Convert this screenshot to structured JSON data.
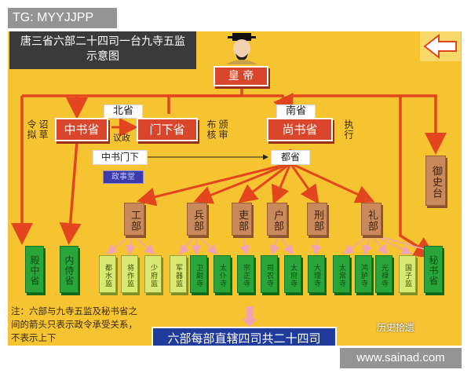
{
  "badge": "TG: MYYJJPP",
  "watermark": "www.sainad.com",
  "title": {
    "line1": "唐三省六部二十四司一台九寺五监",
    "line2": "示意图"
  },
  "emperor": {
    "label": "皇 帝"
  },
  "provinces": {
    "north_label": "北省",
    "south_label": "南省",
    "zhongshu": "中书省",
    "menxia": "门下省",
    "shangshu": "尚书省"
  },
  "actions": {
    "zhaocao": "诏草",
    "lingni": "令拟",
    "yizheng": "议政",
    "fengshen": "颁审",
    "buhe": "布核",
    "zhixing": "执行"
  },
  "mid": {
    "zhongshumenxia": "中书门下",
    "dusheng": "都省",
    "blue_tag": "政事堂"
  },
  "yushitai": "御史台",
  "ministries": [
    "工部",
    "兵部",
    "吏部",
    "户部",
    "刑部",
    "礼部"
  ],
  "bottom_row": [
    {
      "label": "殿中省",
      "style": "dark"
    },
    {
      "label": "内侍省",
      "style": "dark"
    },
    {
      "label": "都水监",
      "style": "light"
    },
    {
      "label": "将作监",
      "style": "light"
    },
    {
      "label": "少府监",
      "style": "light"
    },
    {
      "label": "军器监",
      "style": "light"
    },
    {
      "label": "卫尉寺",
      "style": "dark"
    },
    {
      "label": "太仆寺",
      "style": "dark"
    },
    {
      "label": "宗正寺",
      "style": "dark"
    },
    {
      "label": "司农寺",
      "style": "dark"
    },
    {
      "label": "太府寺",
      "style": "dark"
    },
    {
      "label": "大理寺",
      "style": "dark"
    },
    {
      "label": "太常寺",
      "style": "dark"
    },
    {
      "label": "鸿胪寺",
      "style": "dark"
    },
    {
      "label": "光禄寺",
      "style": "dark"
    },
    {
      "label": "国子监",
      "style": "light"
    },
    {
      "label": "秘书省",
      "style": "dark"
    }
  ],
  "note": "注：六部与九寺五监及秘书省之间的箭头只表示政令承受关系，不表示上下",
  "bottom_bar": "六部每部直辖四司共二十四司",
  "source": "历史拾遗",
  "colors": {
    "background": "#f6c431",
    "line": "#e3461e",
    "pink": "#f0a3b6"
  }
}
